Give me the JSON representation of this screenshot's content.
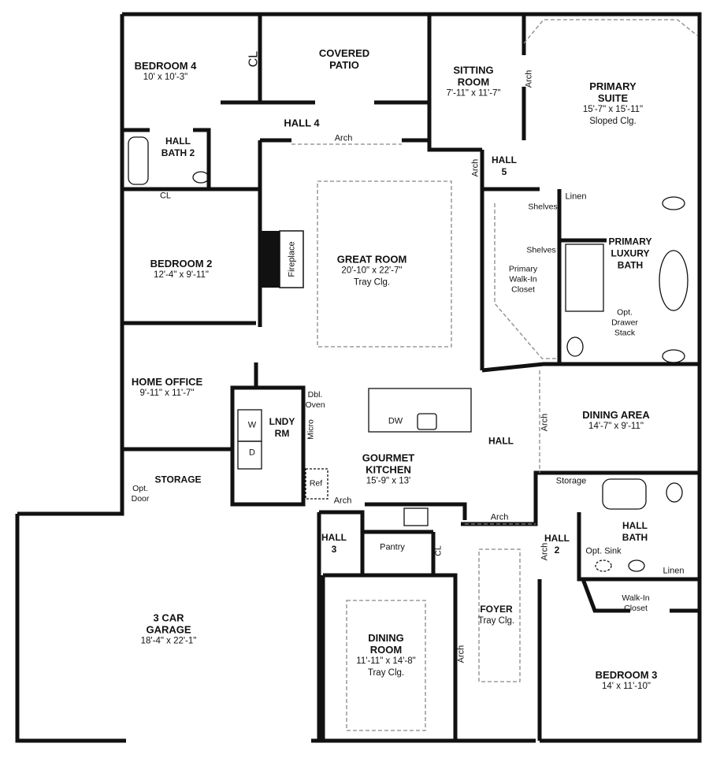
{
  "rooms": {
    "bedroom4": {
      "name": "BEDROOM 4",
      "dims": "10' x 10'-3\""
    },
    "covered_patio": {
      "name1": "COVERED",
      "name2": "PATIO"
    },
    "sitting_room": {
      "name1": "SITTING",
      "name2": "ROOM",
      "dims": "7'-11\" x 11'-7\""
    },
    "primary_suite": {
      "name1": "PRIMARY",
      "name2": "SUITE",
      "dims": "15'-7\" x 15'-11\"",
      "note": "Sloped Clg."
    },
    "hall4": {
      "name": "HALL 4"
    },
    "hall_bath2": {
      "name1": "HALL",
      "name2": "BATH 2"
    },
    "hall5": {
      "name1": "HALL",
      "name2": "5"
    },
    "bedroom2": {
      "name": "BEDROOM 2",
      "dims": "12'-4\" x 9'-11\""
    },
    "great_room": {
      "name": "GREAT ROOM",
      "dims": "20'-10\" x 22'-7\"",
      "note": "Tray Clg."
    },
    "primary_closet": {
      "l1": "Primary",
      "l2": "Walk-In",
      "l3": "Closet"
    },
    "primary_bath": {
      "name1": "PRIMARY",
      "name2": "LUXURY",
      "name3": "BATH"
    },
    "home_office": {
      "name": "HOME OFFICE",
      "dims": "9'-11\" x 11'-7\""
    },
    "laundry": {
      "name1": "LNDY",
      "name2": "RM"
    },
    "kitchen": {
      "name1": "GOURMET",
      "name2": "KITCHEN",
      "dims": "15'-9\" x 13'"
    },
    "hall": {
      "name": "HALL"
    },
    "dining_area": {
      "name": "DINING AREA",
      "dims": "14'-7\" x 9'-11\""
    },
    "storage_garage": {
      "name": "STORAGE"
    },
    "hall3": {
      "name1": "HALL",
      "name2": "3"
    },
    "pantry": {
      "name": "Pantry"
    },
    "hall2": {
      "name1": "HALL",
      "name2": "2"
    },
    "hall_bath": {
      "name1": "HALL",
      "name2": "BATH"
    },
    "walkin_closet": {
      "l1": "Walk-In",
      "l2": "Closet"
    },
    "garage": {
      "name1": "3 CAR",
      "name2": "GARAGE",
      "dims": "18'-4\" x 22'-1\""
    },
    "foyer": {
      "name": "FOYER",
      "note": "Tray Clg."
    },
    "dining_room": {
      "name1": "DINING",
      "name2": "ROOM",
      "dims": "11'-11\" x 14'-8\"",
      "note": "Tray Clg."
    },
    "bedroom3": {
      "name": "BEDROOM 3",
      "dims": "14' x 11'-10\""
    }
  },
  "fixtures": {
    "cl": "CL",
    "arch": "Arch",
    "linen": "Linen",
    "shelves": "Shelves",
    "drawer1": "Opt.",
    "drawer2": "Drawer",
    "drawer3": "Stack",
    "fireplace": "Fireplace",
    "dbl1": "Dbl.",
    "dbl2": "Oven",
    "micro": "Micro",
    "washer": "W",
    "dryer": "D",
    "dw": "DW",
    "ref": "Ref",
    "optdoor1": "Opt.",
    "optdoor2": "Door",
    "storage": "Storage",
    "opt_sink": "Opt. Sink"
  },
  "colors": {
    "wall": "#111111",
    "dashed": "#888888",
    "background": "#ffffff"
  }
}
